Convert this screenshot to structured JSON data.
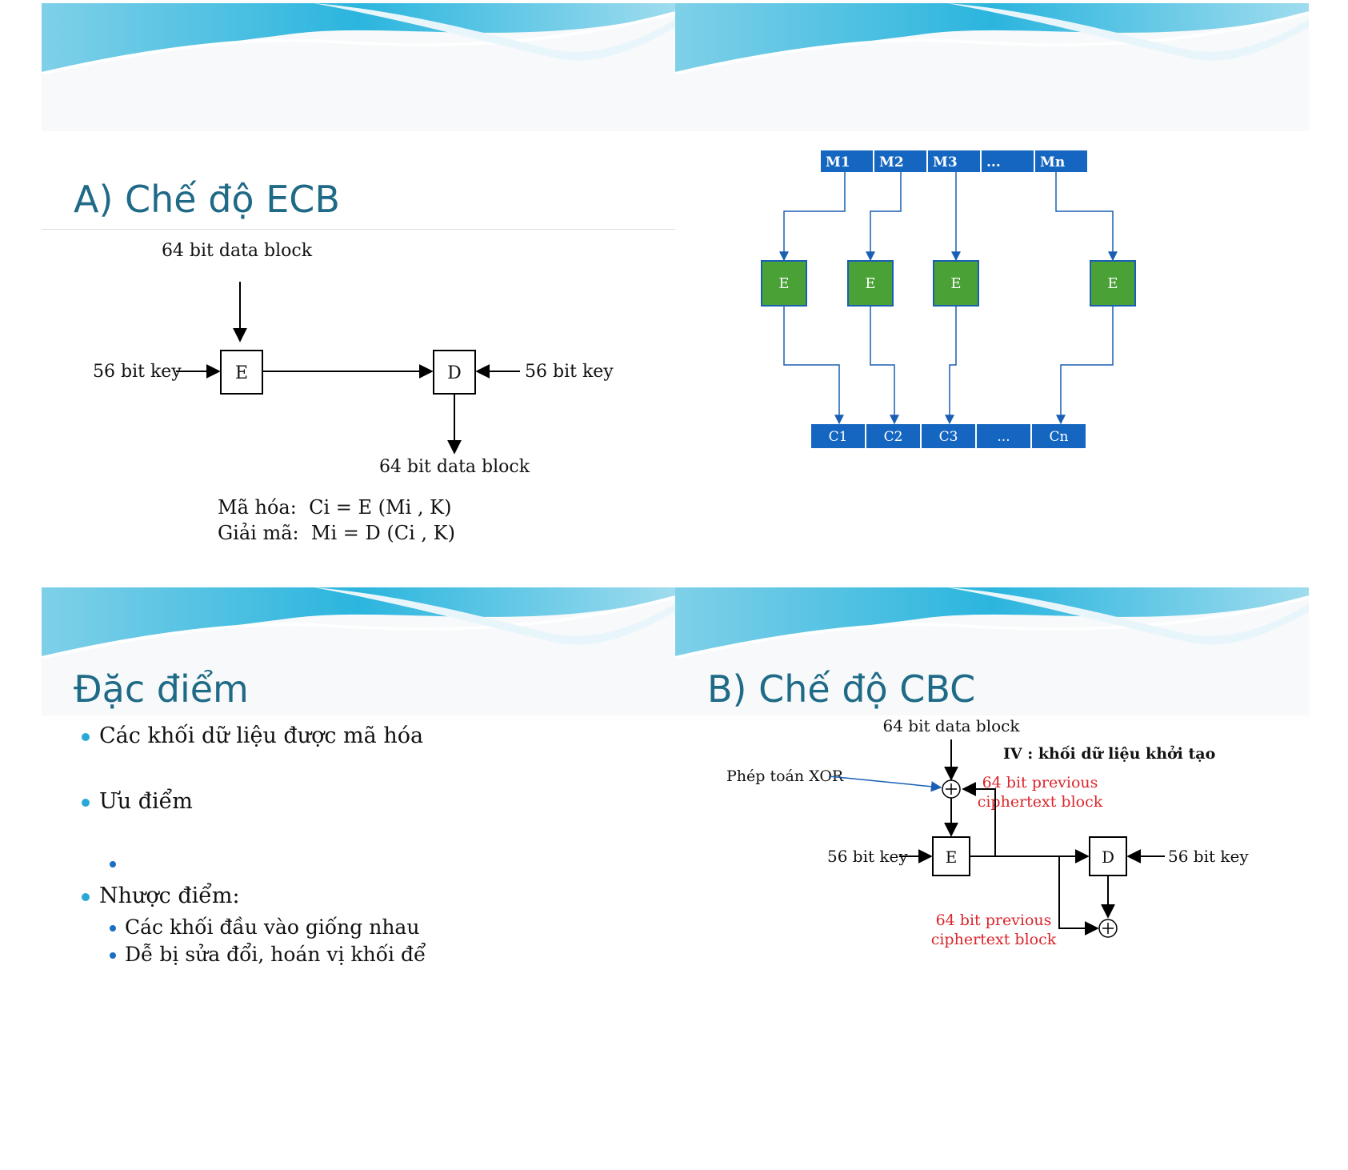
{
  "slides": {
    "ecb": {
      "title": "A) Chế độ ECB",
      "diagram": {
        "input_label": "64 bit data block",
        "output_label": "64 bit data block",
        "key_left": "56 bit key",
        "key_right": "56 bit key",
        "encrypt_box": "E",
        "decrypt_box": "D"
      },
      "formula": {
        "enc_label": "Mã hóa:",
        "dec_label": "Giải mã:",
        "enc_expr": "Ci = E (Mi , K)",
        "dec_expr": "Mi = D (Ci , K)"
      }
    },
    "ecb_blocks": {
      "plaintext_blocks": [
        "M1",
        "M2",
        "M3",
        "...",
        "Mn"
      ],
      "encrypt_boxes": [
        "E",
        "E",
        "E",
        "E"
      ],
      "ciphertext_blocks": [
        "C1",
        "C2",
        "C3",
        "...",
        "Cn"
      ],
      "colors": {
        "block_blue": "#1566c0",
        "box_green": "#4aa236"
      }
    },
    "features": {
      "title": "Đặc điểm",
      "bullets": [
        "Các khối dữ liệu được mã hóa",
        "Ưu điểm",
        "",
        "Nhược điểm:",
        "Các khối đầu vào giống nhau",
        "Dễ bị sửa đổi, hoán vị khối để"
      ]
    },
    "cbc": {
      "title": "B) Chế độ CBC",
      "diagram": {
        "input_label": "64 bit data block",
        "iv_label": "IV : khối dữ liệu khởi tạo",
        "xor_label": "Phép toán XOR",
        "prev_cipher_top": [
          "64 bit previous",
          "ciphertext block"
        ],
        "prev_cipher_bottom": [
          "64 bit previous",
          "ciphertext block"
        ],
        "key_left": "56 bit key",
        "key_right": "56 bit key",
        "encrypt_box": "E",
        "decrypt_box": "D"
      }
    }
  },
  "colors": {
    "title": "#1f6a86",
    "bullet": "#29a8d8",
    "red_text": "#d9262c"
  }
}
